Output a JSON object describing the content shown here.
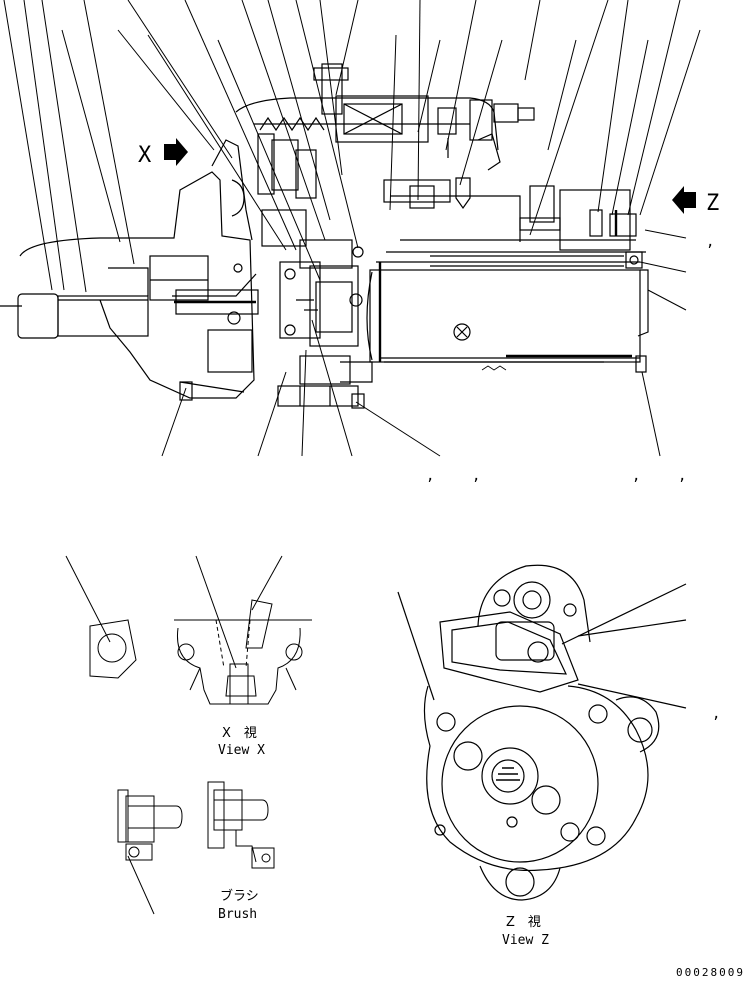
{
  "labels": {
    "arrow_x": "X",
    "arrow_z": "Z",
    "view_x_jp": "X　視",
    "view_x_en": "View X",
    "brush_jp": "ブラシ",
    "brush_en": "Brush",
    "view_z_jp": "Z　視",
    "view_z_en": "View Z",
    "drawing_number": "00028009",
    "comma": ","
  }
}
